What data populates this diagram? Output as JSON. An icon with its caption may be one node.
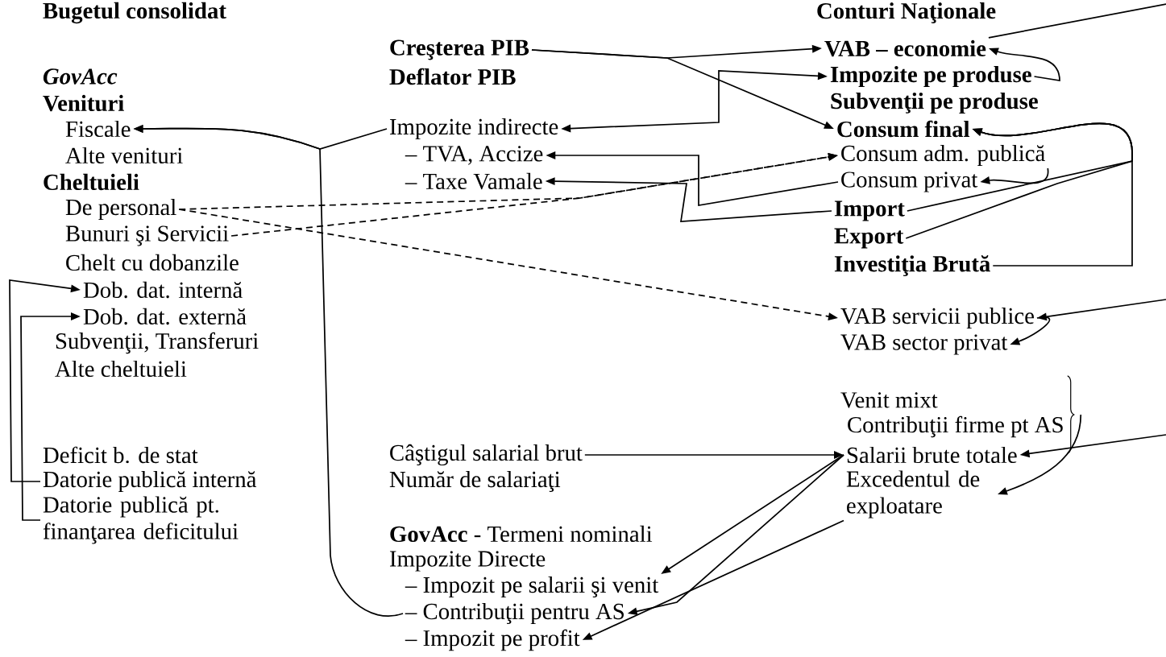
{
  "diagram": {
    "nodes": [
      {
        "text": [
          "Fiscale"
        ]
      },
      {
        "text": [
          "De personal"
        ]
      },
      {
        "text": [
          "Bunuri şi Servicii"
        ]
      },
      {
        "text": [
          "Dob. dat. internă"
        ]
      },
      {
        "text": [
          "Dob. dat. externă"
        ]
      },
      {
        "text": [
          "Datorie publică internă"
        ]
      },
      {
        "text": [
          "Datorie publică pt. finanţarea deficitului"
        ]
      },
      {
        "text": [
          "Creşterea PIB"
        ]
      },
      {
        "text": [
          "Impozite indirecte"
        ]
      },
      {
        "text": [
          "– TVA, Accize"
        ]
      },
      {
        "text": [
          "– Taxe Vamale"
        ]
      },
      {
        "text": [
          "Câştigul salarial brut"
        ]
      },
      {
        "text": [
          "– Impozit pe salarii şi venit"
        ]
      },
      {
        "text": [
          "– Contribuţii pentru AS"
        ]
      },
      {
        "text": [
          "– Impozit pe profit"
        ]
      },
      {
        "text": [
          "VAB – economie"
        ]
      },
      {
        "text": [
          "Impozite pe produse"
        ]
      },
      {
        "text": [
          "Consum final"
        ]
      },
      {
        "text": [
          "Consum adm. publică"
        ]
      },
      {
        "text": [
          "Consum privat"
        ]
      },
      {
        "text": [
          "Import"
        ]
      },
      {
        "text": [
          "Export"
        ]
      },
      {
        "text": [
          "Investiţia Brută"
        ]
      },
      {
        "text": [
          "VAB servicii publice"
        ]
      },
      {
        "text": [
          "VAB sector privat"
        ]
      },
      {
        "text": [],
        "shape": "brace"
      },
      {
        "text": [
          "Salarii brute totale"
        ]
      },
      {
        "text": [
          "Excedentul de exploatare"
        ]
      }
    ],
    "edges": [
      {
        "from": 8,
        "to": 0,
        "arrow": "to"
      },
      {
        "from": 13,
        "to": 0,
        "arrow": "to"
      },
      {
        "from": 5,
        "to": 3,
        "arrow": "to"
      },
      {
        "from": 6,
        "to": 4,
        "arrow": "to"
      },
      {
        "from": 1,
        "to": 18,
        "arrow": "to",
        "style": "dashed"
      },
      {
        "from": 2,
        "to": 18,
        "arrow": "to",
        "style": "dashed"
      },
      {
        "from": 1,
        "to": 23,
        "arrow": "to",
        "style": "dashed"
      },
      {
        "from": 7,
        "to": 15,
        "arrow": "to"
      },
      {
        "from": 7,
        "to": 17,
        "arrow": "to"
      },
      {
        "from": 8,
        "to": 16,
        "arrow": "both"
      },
      {
        "from": 19,
        "to": 9,
        "arrow": "to"
      },
      {
        "from": 20,
        "to": 10,
        "arrow": "to"
      },
      {
        "from": 18,
        "to": 19,
        "arrow": "to"
      },
      {
        "from": 16,
        "to": 15,
        "arrow": "to"
      },
      {
        "from": 20,
        "to": 17,
        "arrow": "to"
      },
      {
        "from": 21,
        "to": 17,
        "arrow": "to"
      },
      {
        "from": 22,
        "to": 17,
        "arrow": "to"
      },
      {
        "from": 15,
        "to": null,
        "arrow": "none"
      },
      {
        "from": null,
        "to": 23,
        "arrow": "to"
      },
      {
        "from": null,
        "to": 26,
        "arrow": "to"
      },
      {
        "from": 23,
        "to": 24,
        "arrow": "to"
      },
      {
        "from": 11,
        "to": 26,
        "arrow": "to"
      },
      {
        "from": 26,
        "to": 12,
        "arrow": "to"
      },
      {
        "from": 26,
        "to": 13,
        "arrow": "to"
      },
      {
        "from": 27,
        "to": 14,
        "arrow": "to"
      },
      {
        "from": 25,
        "to": 27,
        "arrow": "to"
      }
    ],
    "labels": [
      "Bugetul consolidat",
      "Conturi Naţionale",
      "GovAcc",
      "Deflator PIB",
      "Venituri",
      "Subvenţii pe produse",
      "Alte venituri",
      "Cheltuieli",
      "Chelt cu dobanzile",
      "Subvenţii, Transferuri",
      "Alte cheltuieli",
      "Venit mixt",
      "Contribuţii firme pt AS",
      "Deficit b. de stat",
      "Număr de salariaţi",
      "**GovAcc** - Termeni nominali",
      "Impozite Directe"
    ]
  }
}
